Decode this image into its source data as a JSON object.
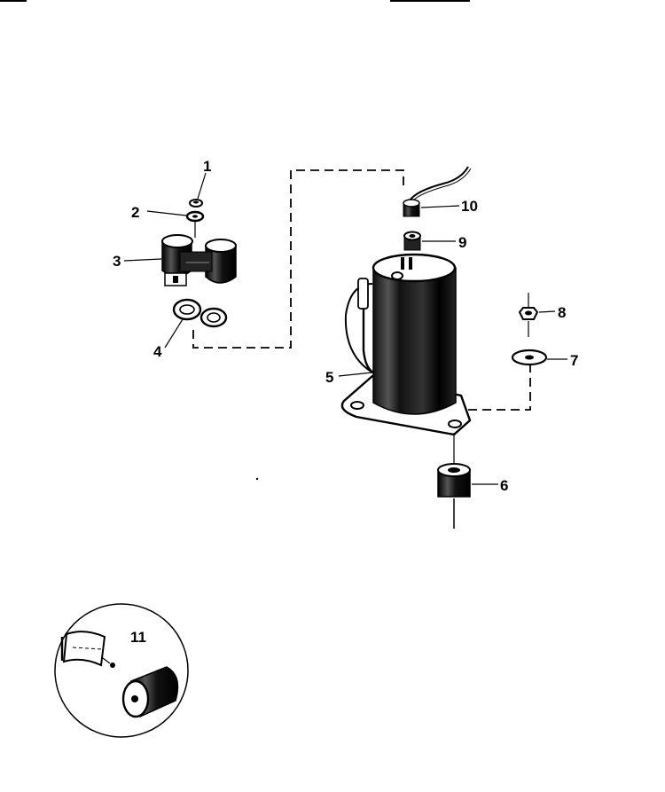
{
  "colors": {
    "ink": "#000000",
    "paper": "#ffffff"
  },
  "callouts": {
    "p1": "1",
    "p2": "2",
    "p3": "3",
    "p4": "4",
    "p5": "5",
    "p6": "6",
    "p7": "7",
    "p8": "8",
    "p9": "9",
    "p10": "10",
    "p11": "11"
  }
}
